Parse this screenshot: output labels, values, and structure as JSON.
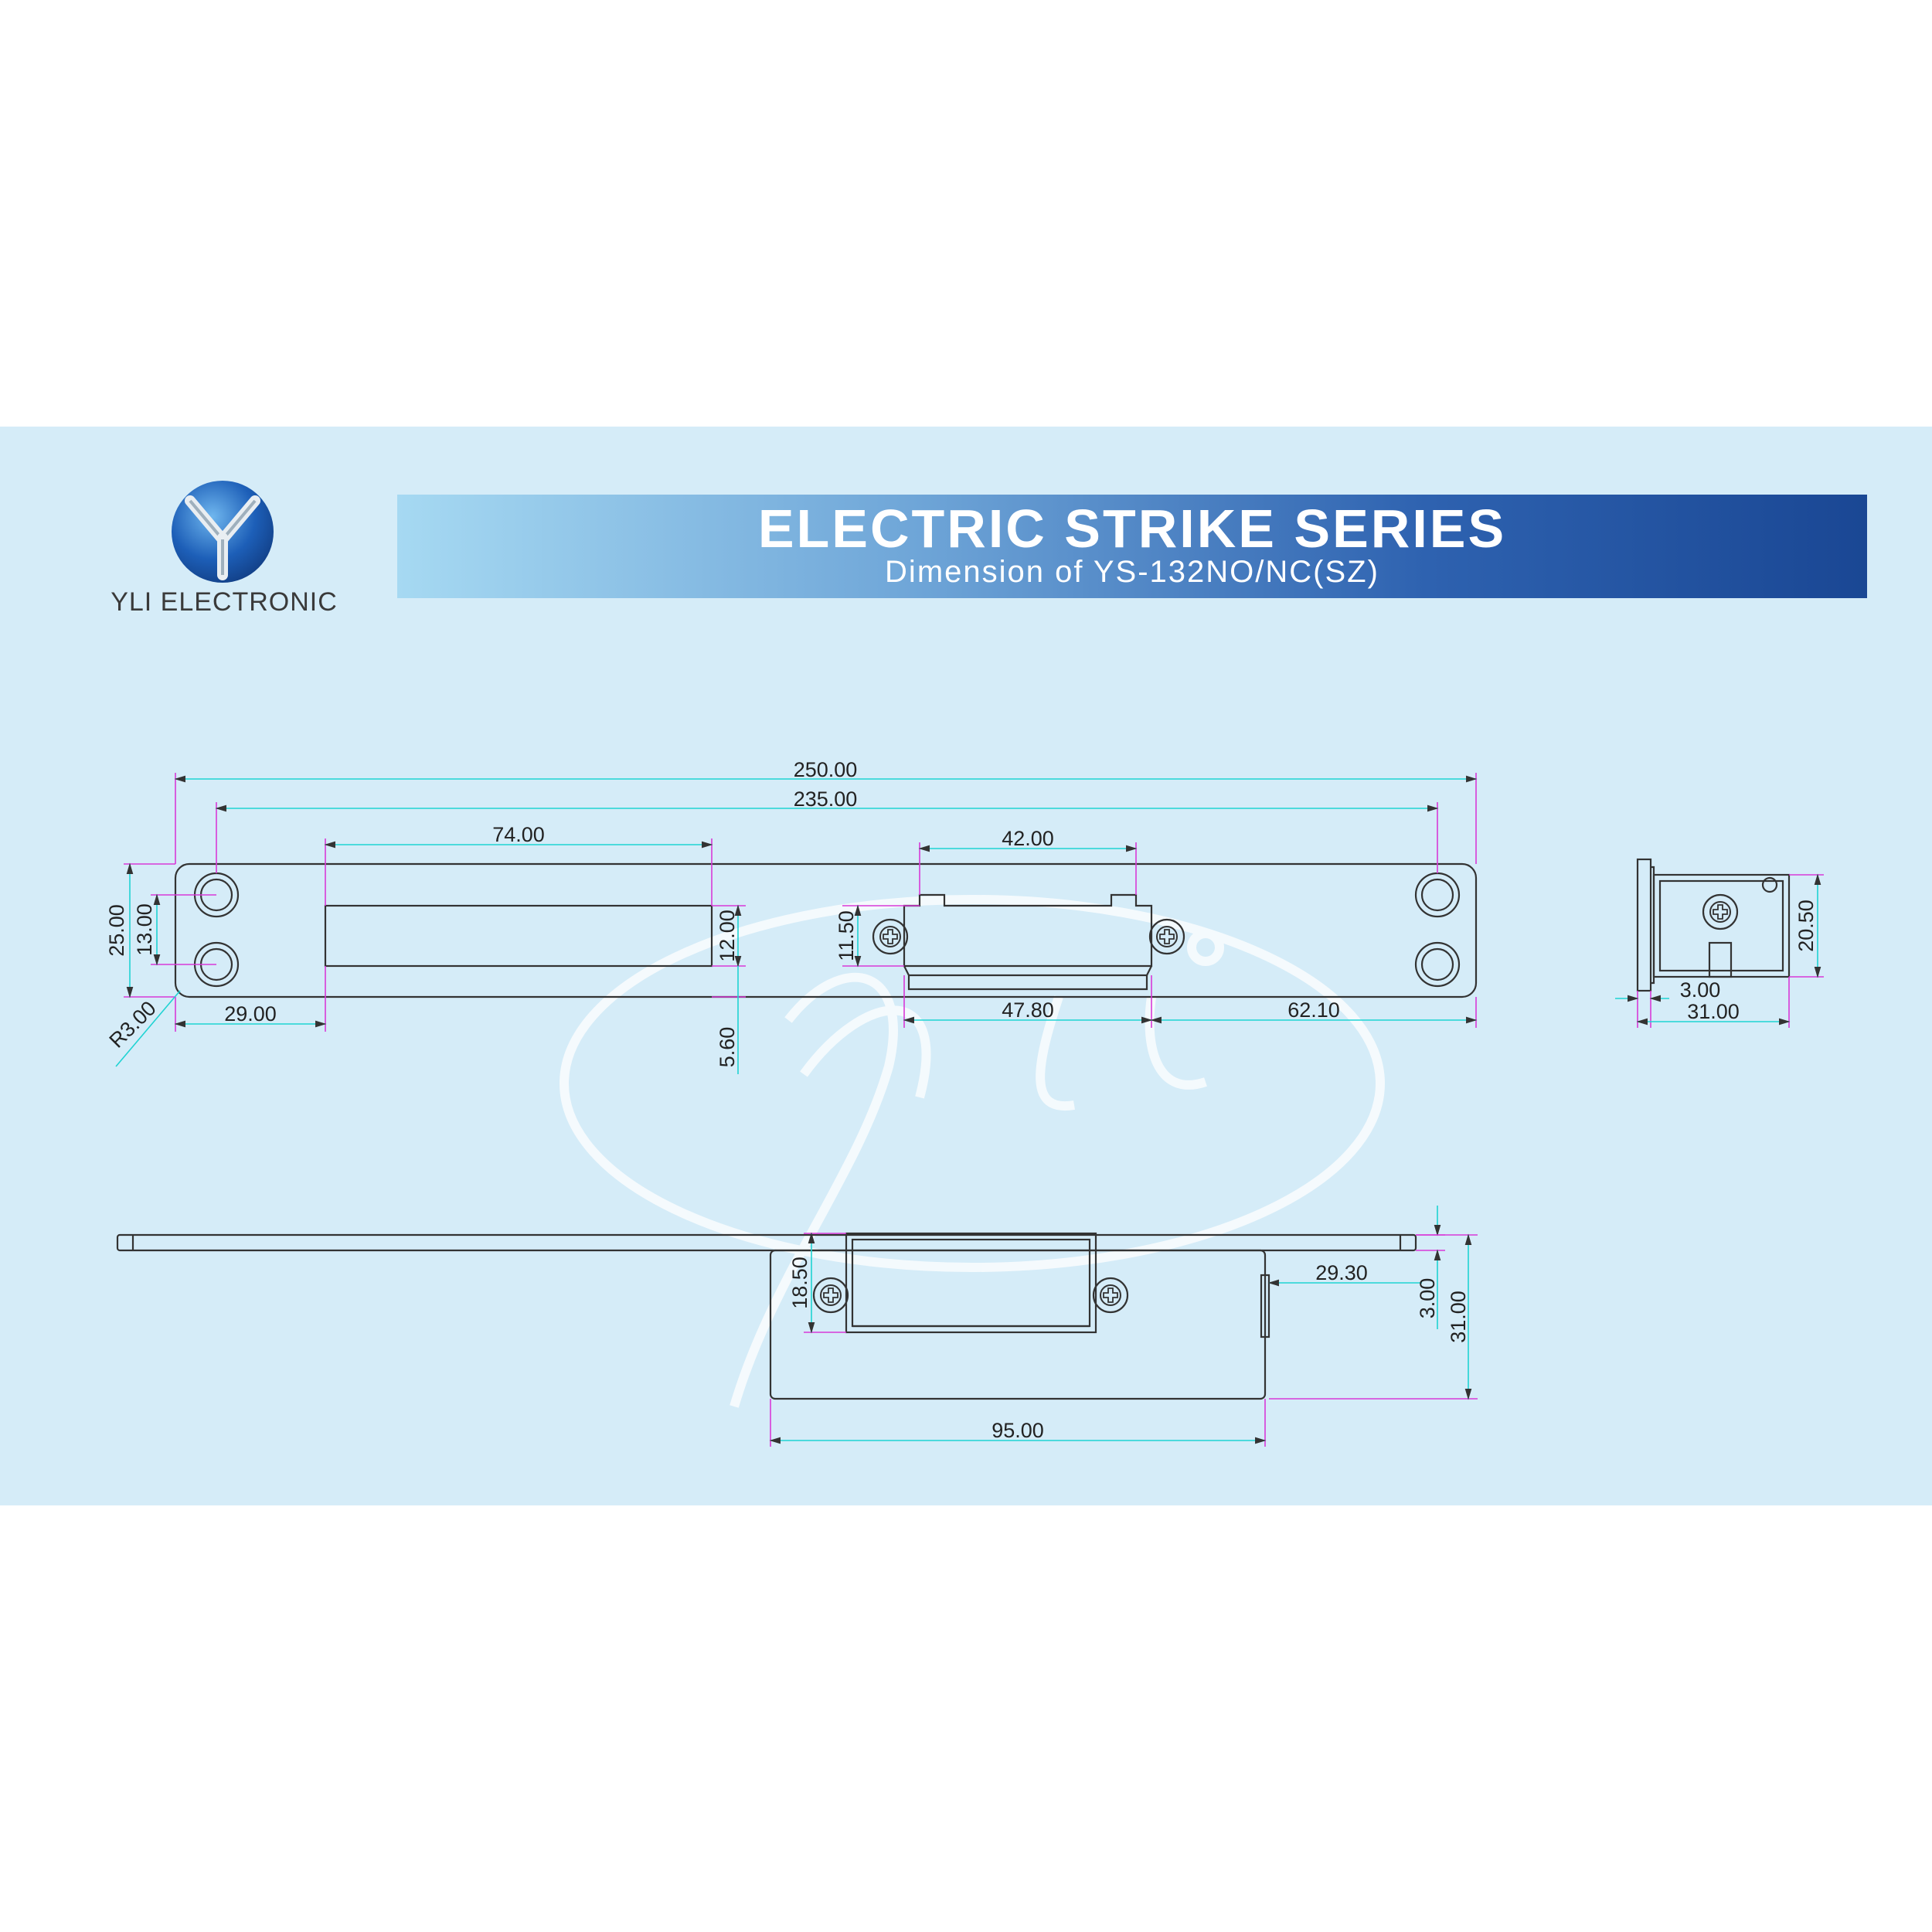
{
  "brand": {
    "name": "YLI ELECTRONIC",
    "logo_icon": "y-globe-icon",
    "accent": "#1a4794"
  },
  "header": {
    "title": "ELECTRIC STRIKE SERIES",
    "subtitle": "Dimension of YS-132NO/NC(SZ)"
  },
  "colors": {
    "background": "#d5ecf8",
    "extension_line": "#d83ad8",
    "dimension_line": "#1fd3d3"
  },
  "watermark_icon": "yli-script-watermark",
  "dimensions": {
    "d250": "250.00",
    "d235": "235.00",
    "d74": "74.00",
    "d42": "42.00",
    "d25": "25.00",
    "d13": "13.00",
    "d12": "12.00",
    "d1150": "11.50",
    "d2050": "20.50",
    "r3": "R3.00",
    "d29": "29.00",
    "d560": "5.60",
    "d4780": "47.80",
    "d6210": "62.10",
    "d3": "3.00",
    "d31": "31.00",
    "d1850": "18.50",
    "d2930": "29.30",
    "d95": "95.00"
  }
}
